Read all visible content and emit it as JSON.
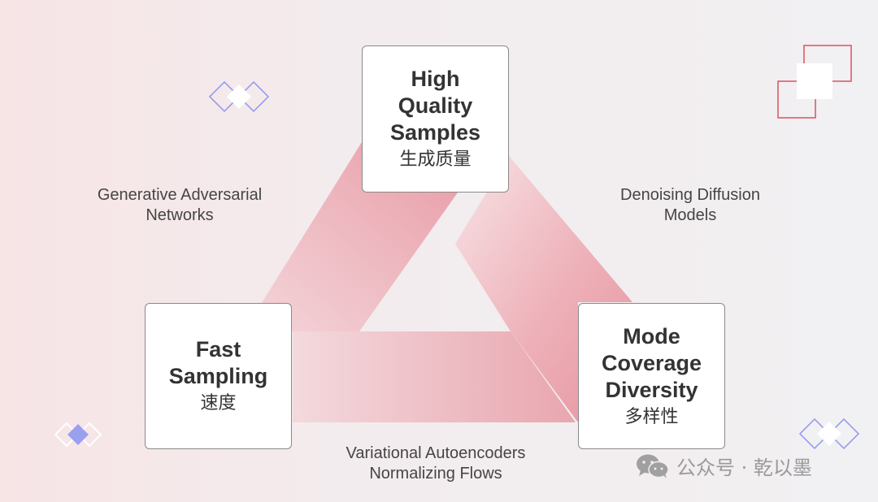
{
  "nodes": {
    "top": {
      "title_lines": [
        "High",
        "Quality",
        "Samples"
      ],
      "subtitle": "生成质量"
    },
    "left": {
      "title_lines": [
        "Fast",
        "Sampling"
      ],
      "subtitle": "速度"
    },
    "right": {
      "title_lines": [
        "Mode",
        "Coverage",
        "Diversity"
      ],
      "subtitle": "多样性"
    }
  },
  "edges": {
    "left": {
      "lines": [
        "Generative Adversarial",
        "Networks"
      ]
    },
    "right": {
      "lines": [
        "Denoising Diffusion",
        "Models"
      ]
    },
    "bottom": {
      "lines": [
        "Variational Autoencoders",
        "Normalizing Flows"
      ]
    }
  },
  "watermark": {
    "text": "公众号 · 乾以墨",
    "icon": "wechat-icon"
  },
  "colors": {
    "band": "#e89aa5",
    "band_light": "#f6dde1",
    "box_border": "#8a8a8a",
    "deco_red": "#d9545f",
    "deco_blue": "#7c84e8"
  }
}
